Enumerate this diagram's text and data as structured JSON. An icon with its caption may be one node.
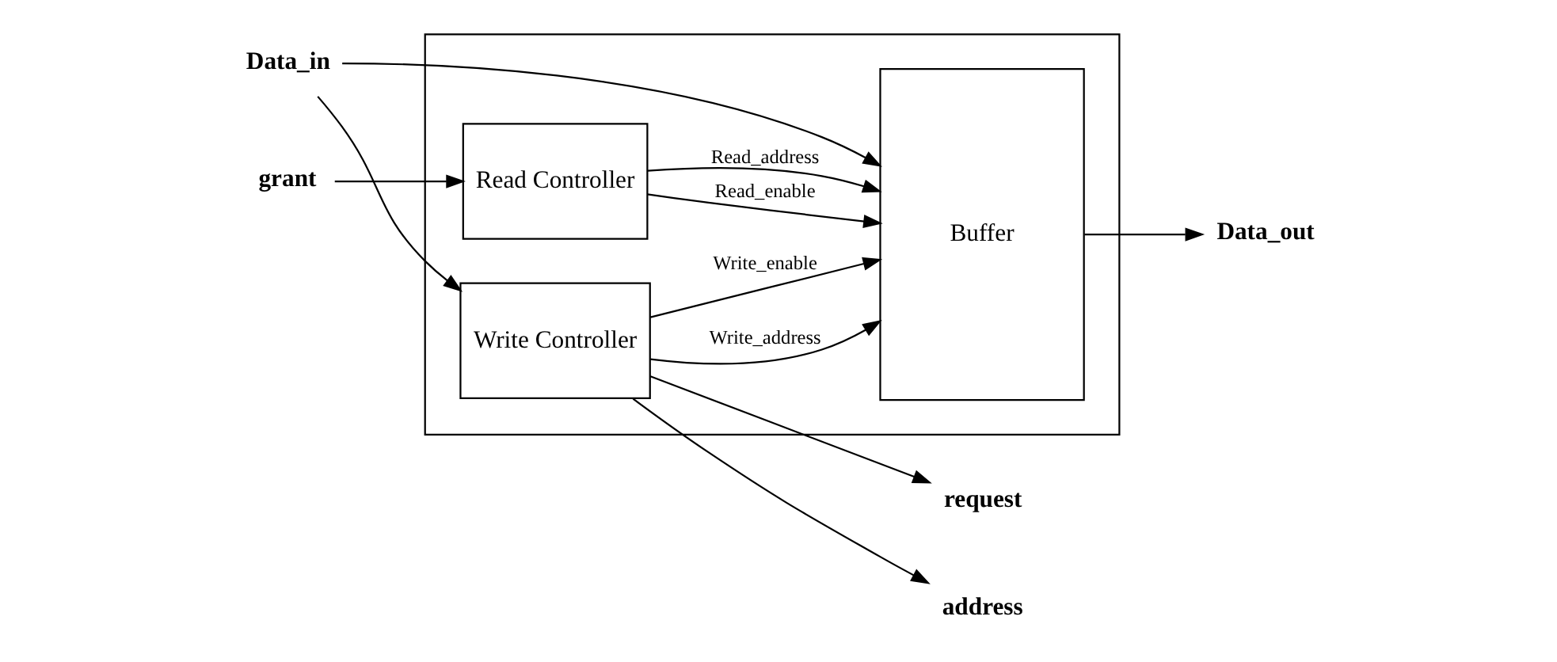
{
  "diagram": {
    "nodes": [
      {
        "text": [],
        "shape": "box"
      },
      {
        "text": [
          "Buffer"
        ],
        "in": 0
      },
      {
        "text": [
          "Write Controller"
        ],
        "in": 0
      },
      {
        "text": [
          "Read Controller"
        ],
        "in": 0
      },
      {
        "text": [
          "Data_in"
        ]
      },
      {
        "text": [
          "request"
        ]
      },
      {
        "text": [
          "address"
        ]
      },
      {
        "text": [
          "grant"
        ]
      },
      {
        "text": [
          "Data_out"
        ]
      }
    ],
    "edges": [
      {
        "from": 4,
        "to": 1,
        "arrow": "to"
      },
      {
        "from": 4,
        "to": 2,
        "arrow": "to"
      },
      {
        "from": 2,
        "to": 1,
        "arrow": "to",
        "label": "Write_address"
      },
      {
        "from": 2,
        "to": 1,
        "arrow": "to",
        "label": "Write_enable"
      },
      {
        "from": 3,
        "to": 1,
        "arrow": "to",
        "label": "Read_address"
      },
      {
        "from": 3,
        "to": 1,
        "arrow": "to",
        "label": "Read_enable"
      },
      {
        "from": 2,
        "to": 5,
        "arrow": "to"
      },
      {
        "from": 2,
        "to": 6,
        "arrow": "to"
      },
      {
        "from": 7,
        "to": 3,
        "arrow": "to"
      },
      {
        "from": 1,
        "to": 8,
        "arrow": "to"
      }
    ]
  }
}
